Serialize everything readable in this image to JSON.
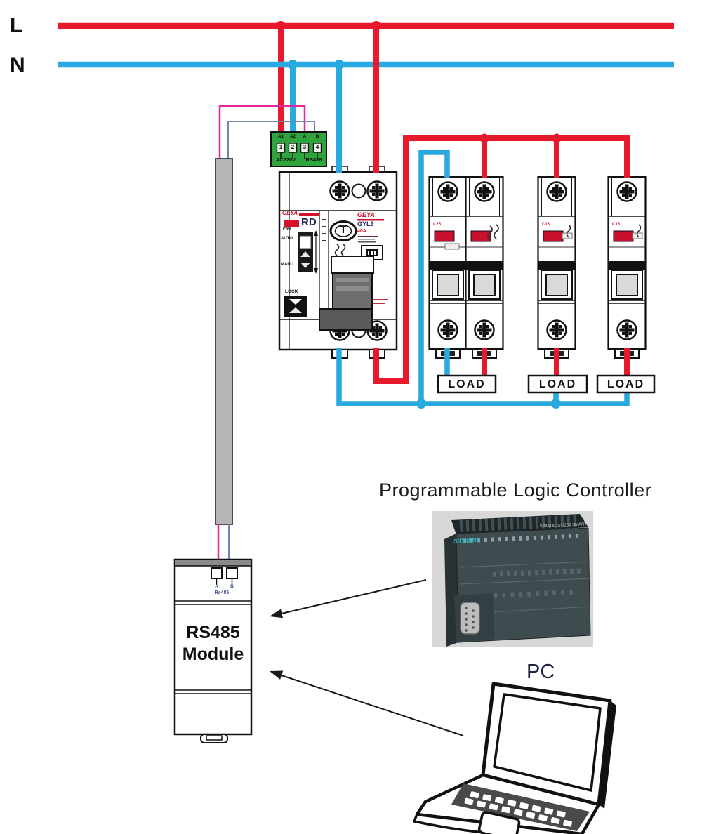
{
  "power": {
    "live_label": "L",
    "neutral_label": "N"
  },
  "terminal_block": {
    "terminals": [
      {
        "label": "A1",
        "num": "1"
      },
      {
        "label": "A2",
        "num": "2"
      },
      {
        "label": "A",
        "num": "3"
      },
      {
        "label": "B",
        "num": "4"
      }
    ],
    "power_group": "AC220V",
    "comm_group": "RS485"
  },
  "rcd": {
    "brand": "GEYA",
    "series": "RD",
    "led_label": "PWR",
    "auto_label": "AUTO",
    "manual_label": "MANU",
    "lock_label": "LOCK",
    "test_button": "T",
    "model": "GYL9",
    "rating": "40A"
  },
  "breakers": {
    "dp_label": "C25",
    "sp1_label": "C16",
    "sp2_label": "C16"
  },
  "loads": {
    "l1": "LOAD",
    "l2": "LOAD",
    "l3": "LOAD"
  },
  "module": {
    "name": "RS485 Module",
    "term_a": "A",
    "term_b": "B",
    "port": "Rs485"
  },
  "plc": {
    "caption": "Programmable Logic Controller",
    "brand": "SIEMENS",
    "model": "SIMATIC S7-200 SMART"
  },
  "pc": {
    "caption": "PC"
  },
  "colors": {
    "live_wire": "#e8192c",
    "neutral_wire": "#29a9e1",
    "rs485_a_wire": "#e3289b",
    "rs485_b_wire": "#7186ad",
    "terminal_block_green": "#2fa33c",
    "breaker_window_red": "#c8102e"
  }
}
